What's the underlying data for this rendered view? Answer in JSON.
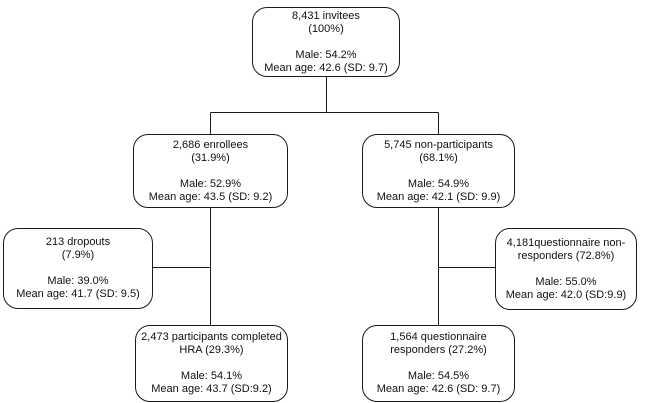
{
  "diagram": {
    "type": "flowchart",
    "background_color": "#ffffff",
    "box_border_color": "#1a1a1a",
    "line_color": "#1a1a1a",
    "text_color": "#111111",
    "nodes": [
      {
        "id": "invitees",
        "title": "8,431 invitees\n(100%)",
        "stats": "Male: 54.2%\nMean age: 42.6 (SD: 9.7)"
      },
      {
        "id": "enrollees",
        "title": "2,686 enrollees\n(31.9%)",
        "stats": "Male: 52.9%\nMean age: 43.5 (SD: 9.2)"
      },
      {
        "id": "non-participants",
        "title": "5,745 non-participants\n(68.1%)",
        "stats": "Male: 54.9%\nMean age: 42.1 (SD: 9.9)"
      },
      {
        "id": "dropouts",
        "title": "213 dropouts\n(7.9%)",
        "stats": "Male: 39.0%\nMean age: 41.7 (SD: 9.5)"
      },
      {
        "id": "questionnaire-non-responders",
        "title": "4,181questionnaire non-\nresponders (72.8%)",
        "stats": "Male: 55.0%\nMean age: 42.0 (SD:9.9)"
      },
      {
        "id": "participants-completed-hra",
        "title": "2,473 participants completed\nHRA (29.3%)",
        "stats": "Male: 54.1%\nMean age: 43.7 (SD:9.2)"
      },
      {
        "id": "questionnaire-responders",
        "title": "1,564 questionnaire\nresponders (27.2%)",
        "stats": "Male: 54.5%\nMean age: 42.6 (SD: 9.7)"
      }
    ],
    "edges": [
      {
        "from": "invitees",
        "to": "enrollees"
      },
      {
        "from": "invitees",
        "to": "non-participants"
      },
      {
        "from": "enrollees",
        "to": "participants-completed-hra"
      },
      {
        "from": "enrollees",
        "to": "dropouts"
      },
      {
        "from": "non-participants",
        "to": "questionnaire-responders"
      },
      {
        "from": "non-participants",
        "to": "questionnaire-non-responders"
      }
    ]
  }
}
